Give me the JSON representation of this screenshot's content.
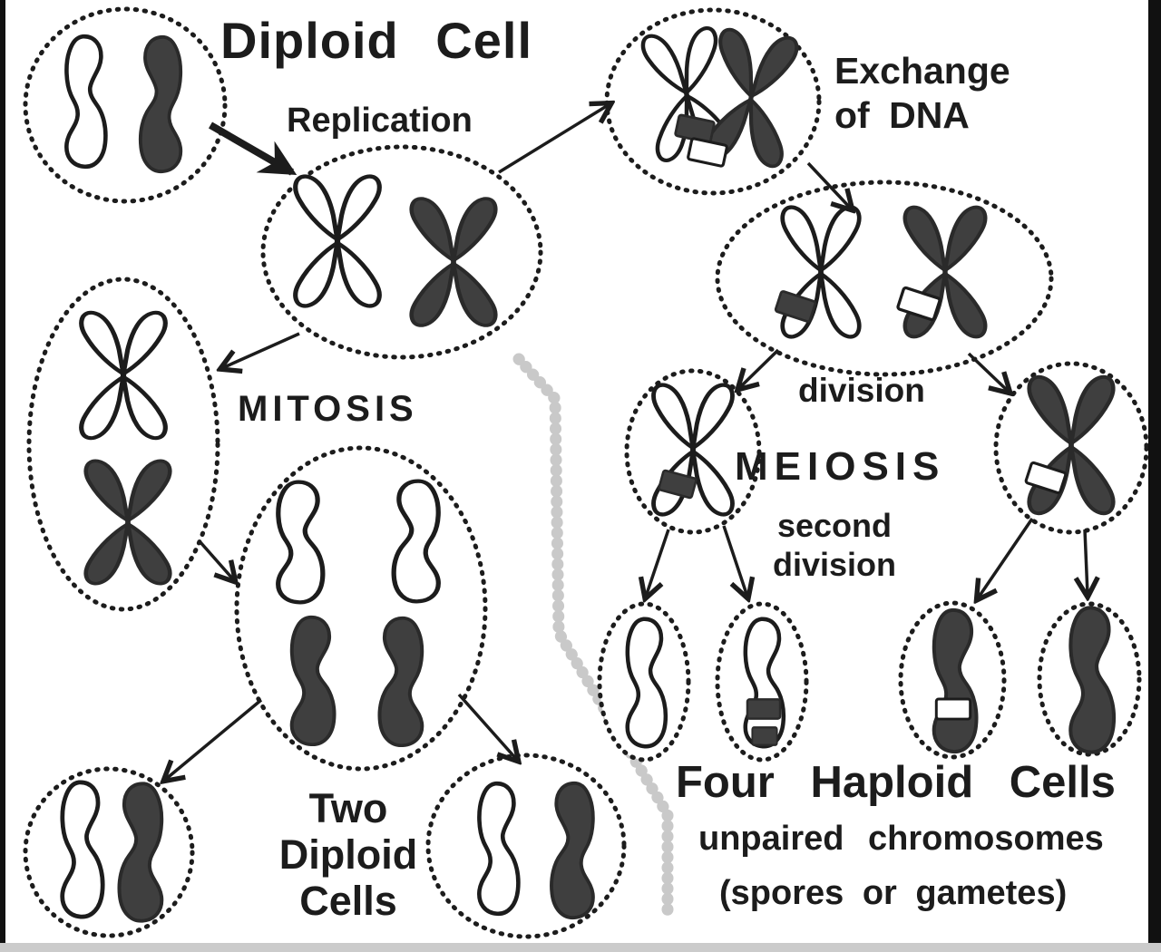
{
  "title": "Mitosis vs Meiosis cell division diagram",
  "labels": {
    "diploid_cell": "Diploid Cell",
    "replication": "Replication",
    "exchange_line1": "Exchange",
    "exchange_line2": "of DNA",
    "division": "division",
    "meiosis": "MEIOSIS",
    "second_division_line1": "second",
    "second_division_line2": "division",
    "mitosis": "MITOSIS",
    "two_diploid_line1": "Two",
    "two_diploid_line2": "Diploid",
    "two_diploid_line3": "Cells",
    "four_haploid_cells": "Four Haploid Cells",
    "unpaired_chromosomes": "unpaired chromosomes",
    "spores_or_gametes": "(spores or gametes)"
  },
  "colors": {
    "ink": "#1c1c1c",
    "chromosome_dark_fill": "#3f3f3f",
    "chromosome_light_fill": "#ffffff",
    "divider_gray": "#c9c9c9",
    "bottom_strip": "#cbcbcb",
    "border": "#111111",
    "background": "#ffffff"
  },
  "diagram": {
    "left_branch": "MITOSIS produces Two Diploid Cells",
    "right_branch": "MEIOSIS produces Four Haploid Cells (unpaired chromosomes, spores or gametes)"
  }
}
